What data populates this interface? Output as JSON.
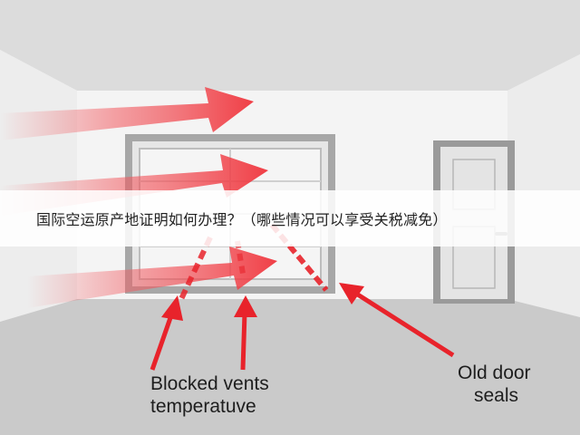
{
  "banner": {
    "title": "国际空运原产地证明如何办理？（哪些情况可以享受关税减免）"
  },
  "labels": {
    "blocked_vents_line1": "Blocked vents",
    "blocked_vents_line2": "temperatuve",
    "old_door_line1": "Old door",
    "old_door_line2": "seals"
  },
  "colors": {
    "arrow_red": "#e8232b",
    "airflow_red": "#f25a60",
    "wall": "#f4f4f4",
    "ceiling": "#d9d9d9",
    "floor": "#c9c9c9",
    "frame": "#8c8c8c"
  }
}
